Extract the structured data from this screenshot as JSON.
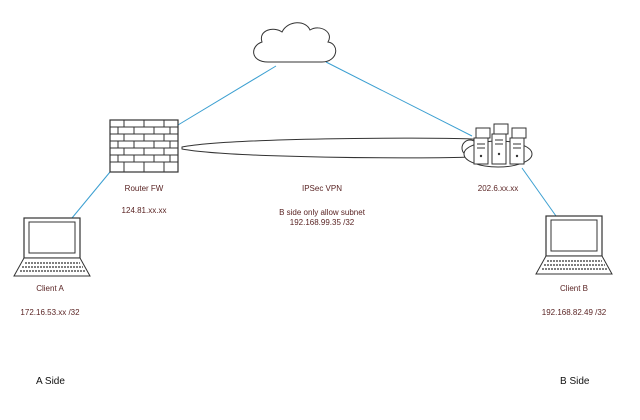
{
  "colors": {
    "link": "#3b9fd1",
    "stroke": "#333333",
    "label_text": "#5a2424",
    "side_text": "#111111"
  },
  "nodes": {
    "internet": {
      "icon": "cloud-icon"
    },
    "router_fw": {
      "icon": "firewall-icon",
      "name": "Router FW",
      "ip": "124.81.xx.xx"
    },
    "server_b": {
      "icon": "server-cluster-icon",
      "ip": "202.6.xx.xx"
    },
    "client_a": {
      "icon": "laptop-icon",
      "name": "Client A",
      "ip": "172.16.53.xx /32"
    },
    "client_b": {
      "icon": "laptop-icon",
      "name": "Client B",
      "ip": "192.168.82.49 /32"
    }
  },
  "tunnel": {
    "title": "IPSec VPN",
    "note_line1": "B side only allow subnet",
    "note_line2": "192.168.99.35 /32"
  },
  "sides": {
    "a": "A Side",
    "b": "B Side"
  }
}
